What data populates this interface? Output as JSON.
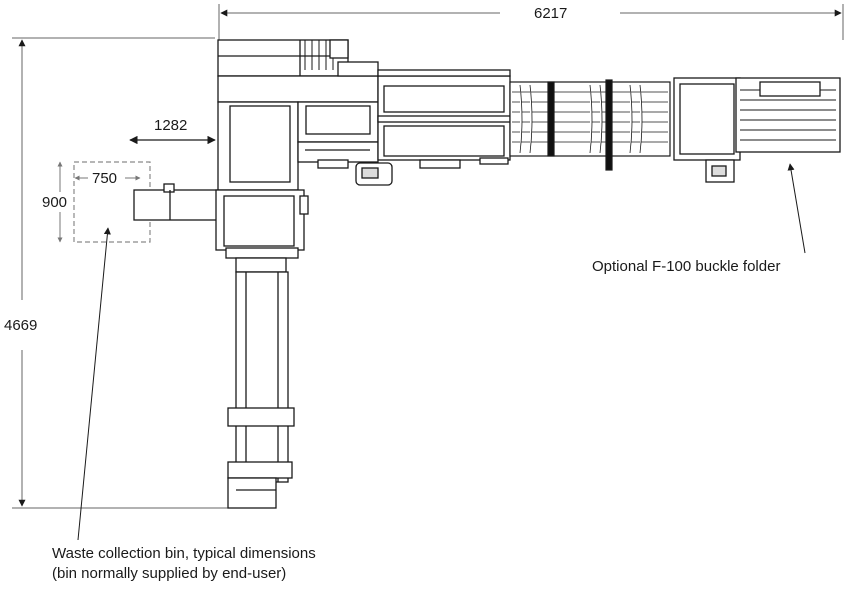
{
  "dimensions": {
    "overall_width": "6217",
    "overall_depth": "4669",
    "bin_offset": "1282",
    "bin_width": "750",
    "bin_depth": "900"
  },
  "callouts": {
    "buckle_folder": "Optional F-100 buckle folder",
    "waste_bin_line1": "Waste collection bin, typical dimensions",
    "waste_bin_line2": "(bin normally supplied by end-user)"
  },
  "colors": {
    "line": "#1a1a1a",
    "dashed": "#8a8a8a",
    "dim_line": "#666666",
    "dark_fill": "#111111"
  }
}
